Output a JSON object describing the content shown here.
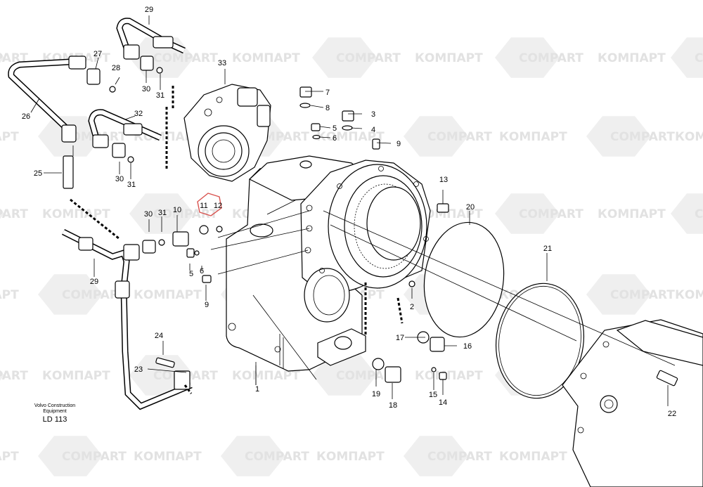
{
  "watermark": {
    "cyrillic": "КОМПАРТ",
    "latin": "COMPART",
    "color": "#e2e2e2"
  },
  "caption": {
    "maker_line1": "Volvo Construction",
    "maker_line2": "Equipment",
    "code": "LD 113"
  },
  "highlight_color": "#d9534f",
  "callouts": [
    "1",
    "2",
    "3",
    "4",
    "5",
    "6",
    "7",
    "8",
    "9",
    "10",
    "11",
    "12",
    "13",
    "14",
    "15",
    "16",
    "17",
    "18",
    "19",
    "20",
    "21",
    "22",
    "23",
    "24",
    "25",
    "26",
    "27",
    "28",
    "29",
    "30",
    "31",
    "32",
    "33"
  ],
  "extra_callouts": {
    "n5b": "5",
    "n6b": "6",
    "n9b": "9",
    "n29b": "29",
    "n30b": "30",
    "n31b": "31",
    "n30c": "30",
    "n31c": "31"
  },
  "highlighted_callout": "11"
}
